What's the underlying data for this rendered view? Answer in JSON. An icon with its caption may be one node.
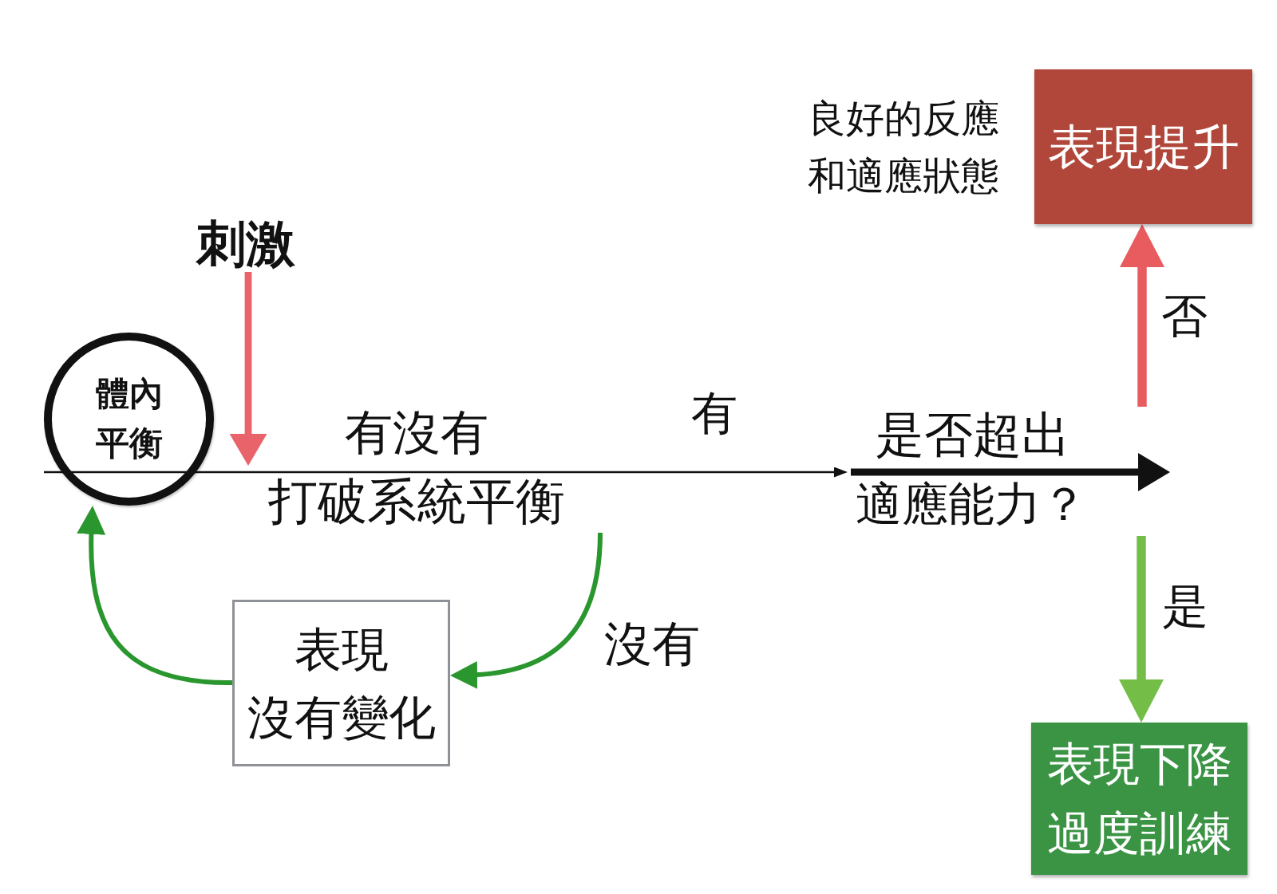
{
  "diagram": {
    "nodes": [
      {
        "text": [
          "體內平衡"
        ]
      },
      {
        "text": [
          "刺激"
        ]
      },
      {
        "text": [
          "有沒有",
          "打破系統平衡"
        ]
      },
      {
        "text": [
          "是否超出",
          "適應能力？"
        ]
      },
      {
        "text": [
          "表現提升"
        ],
        "beside": [
          "良好的反應和適應狀態"
        ]
      },
      {
        "text": [
          "表現下降過度訓練"
        ]
      },
      {
        "text": [
          "表現",
          "沒有變化"
        ]
      }
    ],
    "edges": [
      {
        "from": 1,
        "to": 0,
        "arrow": "to",
        "color": "#e8636a"
      },
      {
        "from": 0,
        "to": 3,
        "arrow": "to",
        "label": "有",
        "color": "#111111"
      },
      {
        "from": 2,
        "to": 6,
        "arrow": "to",
        "label": "沒有",
        "color": "#2a962e"
      },
      {
        "from": 6,
        "to": 0,
        "arrow": "to",
        "color": "#2a962e"
      },
      {
        "from": 3,
        "to": 4,
        "arrow": "to",
        "label": "否",
        "style": "thick",
        "color": "#e85b5f"
      },
      {
        "from": 3,
        "to": 5,
        "arrow": "to",
        "label": "是",
        "style": "thick",
        "color": "#74be48"
      }
    ]
  }
}
